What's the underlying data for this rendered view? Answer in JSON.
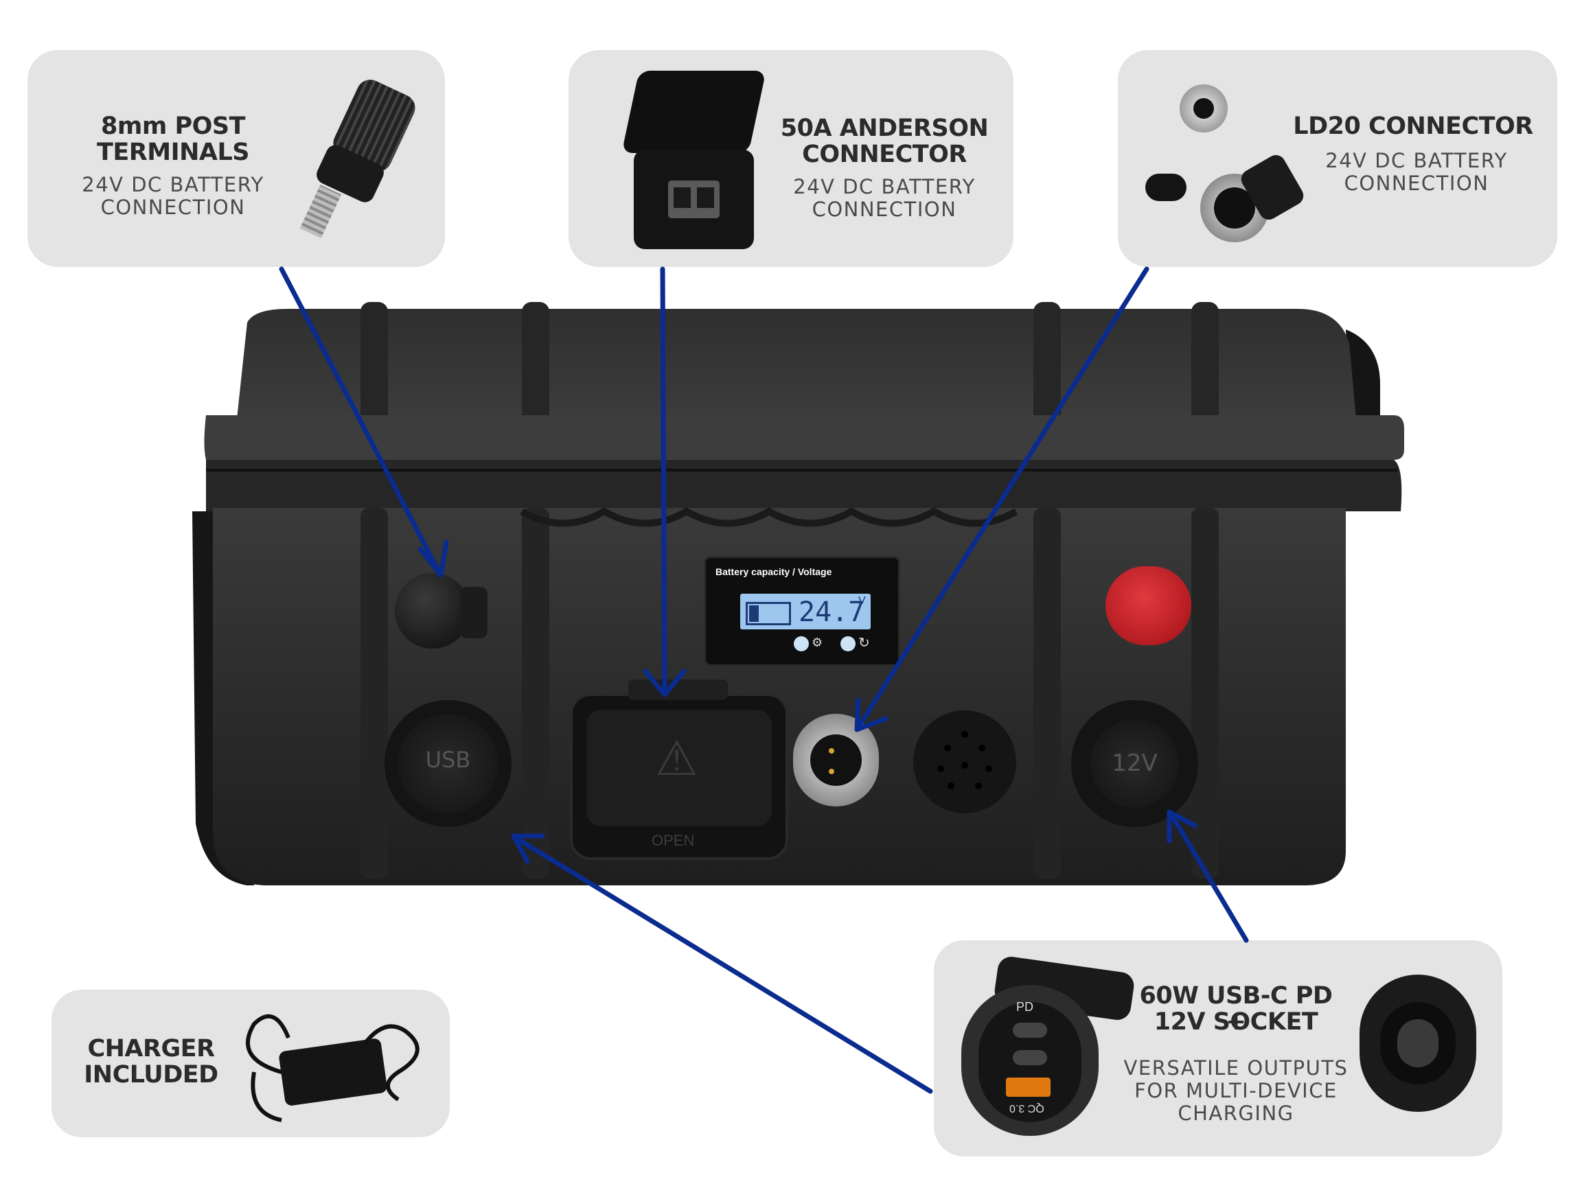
{
  "cards": {
    "post_terminals": {
      "title_1": "8mm POST",
      "title_2": "TERMINALS",
      "sub_1": "24V DC BATTERY",
      "sub_2": "CONNECTION"
    },
    "anderson": {
      "title_1": "50A ANDERSON",
      "title_2": "CONNECTOR",
      "sub_1": "24V DC BATTERY",
      "sub_2": "CONNECTION"
    },
    "ld20": {
      "title_1": "LD20 CONNECTOR",
      "sub_1": "24V DC BATTERY",
      "sub_2": "CONNECTION"
    },
    "charger": {
      "title_1": "CHARGER",
      "title_2": "INCLUDED"
    },
    "usbc": {
      "title_1": "60W USB-C PD +",
      "title_2": "12V SOCKET",
      "sub_1": "VERSATILE OUTPUTS",
      "sub_2": "FOR MULTI-DEVICE",
      "sub_3": "CHARGING"
    }
  },
  "display": {
    "label": "Battery capacity / Voltage",
    "reading": "24.7",
    "unit": "V"
  },
  "panel_labels": {
    "usb": "USB",
    "socket": "12V",
    "pd": "PD",
    "qc": "QC 3.0",
    "open": "OPEN"
  },
  "colors": {
    "arrow": "#0a2b8f",
    "card": "#e5e4e4",
    "case": "#2a2a2a",
    "lcd": "#9ec7f0",
    "red_cap": "#c8161d"
  }
}
